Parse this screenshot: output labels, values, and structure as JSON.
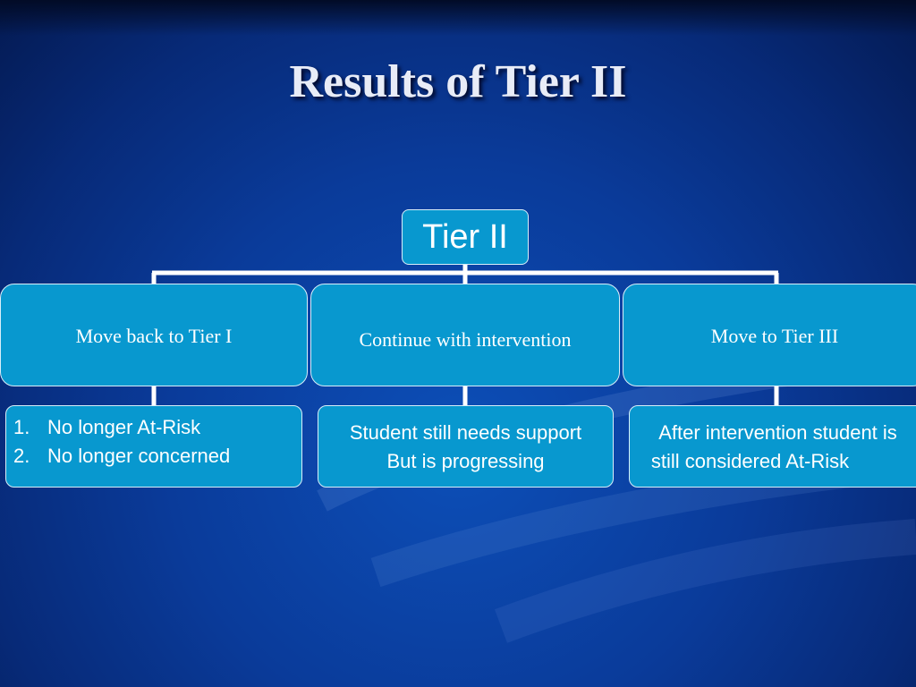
{
  "slide": {
    "title": "Results of Tier II"
  },
  "diagram": {
    "root": {
      "label": "Tier II"
    },
    "branches": [
      {
        "label": "Move back to Tier I",
        "detail": {
          "items": [
            {
              "number": "1.",
              "text": "No longer At-Risk"
            },
            {
              "number": "2.",
              "text": "No longer concerned"
            }
          ]
        }
      },
      {
        "label": "Continue with intervention",
        "detail": {
          "lines": [
            "Student still needs support",
            "But is progressing"
          ]
        }
      },
      {
        "label": "Move to Tier III",
        "detail": {
          "lines": [
            "After intervention student is",
            "still considered At-Risk"
          ]
        }
      }
    ]
  },
  "colors": {
    "node_fill": "#0898cf",
    "node_border": "#d8eef9",
    "connector": "#ffffff",
    "background": "#0a3b9a"
  }
}
